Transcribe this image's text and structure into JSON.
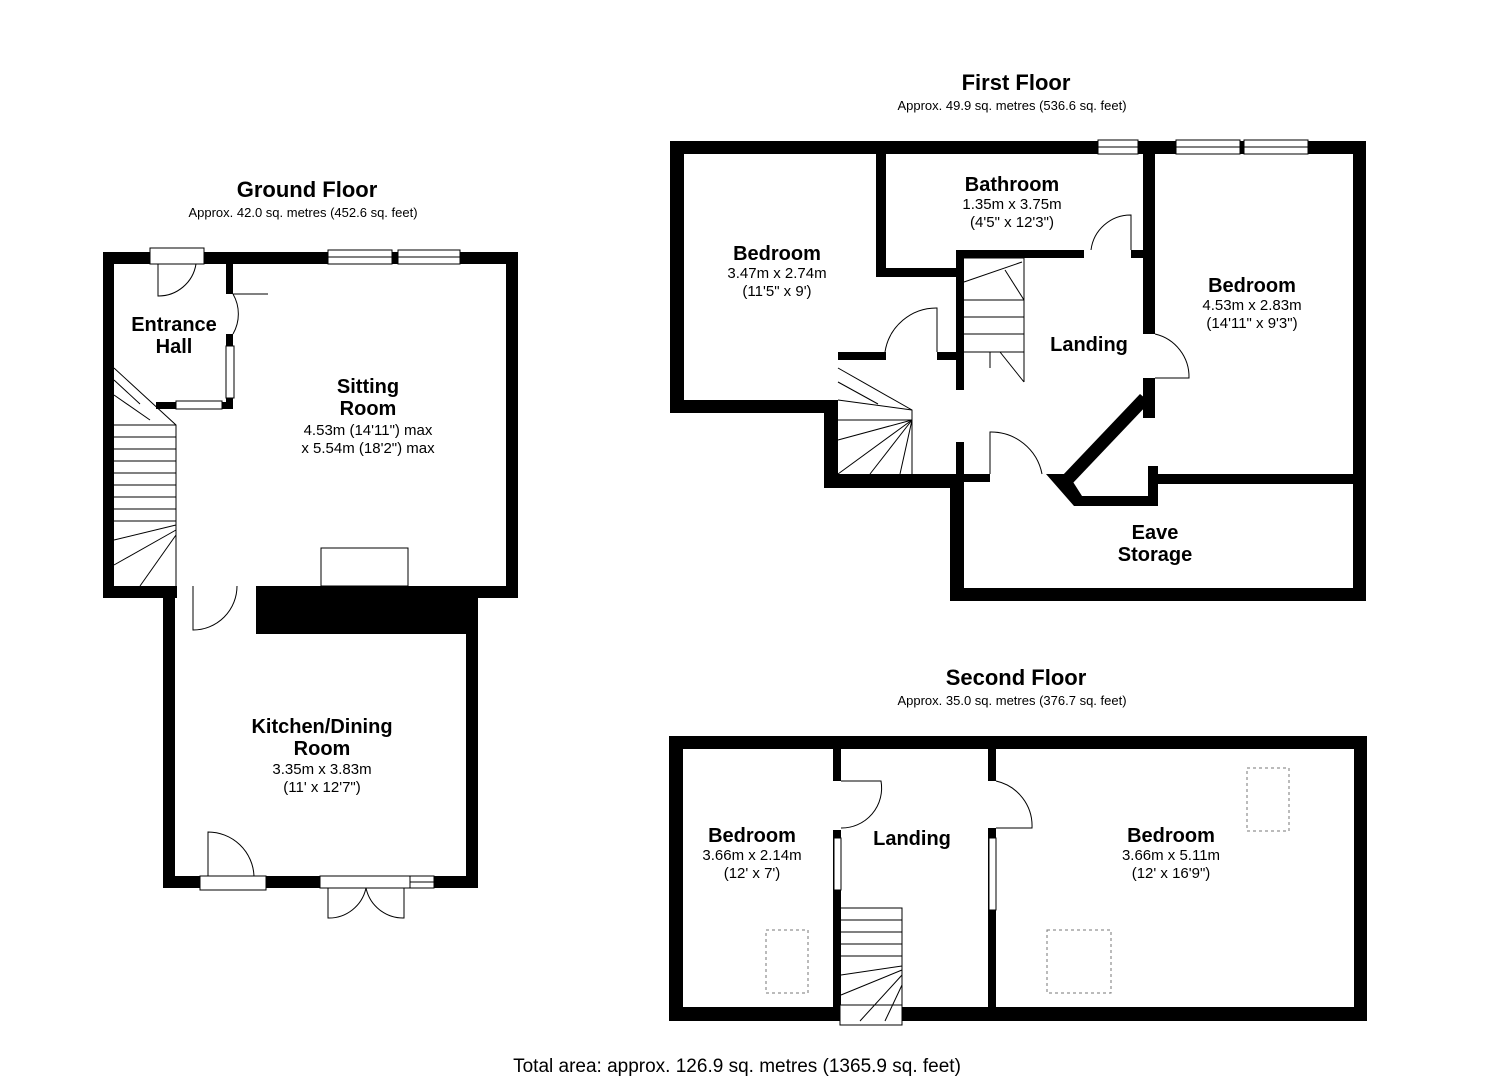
{
  "floors": {
    "ground": {
      "title": "Ground Floor",
      "area": "Approx. 42.0 sq. metres (452.6 sq. feet)",
      "rooms": {
        "entrance": {
          "name1": "Entrance",
          "name2": "Hall"
        },
        "sitting": {
          "name1": "Sitting",
          "name2": "Room",
          "dim1": "4.53m (14'11\") max",
          "dim2": "x 5.54m (18'2\") max"
        },
        "kitchen": {
          "name1": "Kitchen/Dining",
          "name2": "Room",
          "dim1": "3.35m x 3.83m",
          "dim2": "(11' x 12'7\")"
        }
      }
    },
    "first": {
      "title": "First Floor",
      "area": "Approx. 49.9 sq. metres (536.6 sq. feet)",
      "rooms": {
        "bedroom_left": {
          "name": "Bedroom",
          "dim1": "3.47m x 2.74m",
          "dim2": "(11'5\" x 9')"
        },
        "bathroom": {
          "name": "Bathroom",
          "dim1": "1.35m x 3.75m",
          "dim2": "(4'5\" x 12'3\")"
        },
        "bedroom_right": {
          "name": "Bedroom",
          "dim1": "4.53m x 2.83m",
          "dim2": "(14'11\" x 9'3\")"
        },
        "landing": {
          "name": "Landing"
        },
        "eave": {
          "name1": "Eave",
          "name2": "Storage"
        }
      }
    },
    "second": {
      "title": "Second Floor",
      "area": "Approx. 35.0 sq. metres (376.7 sq. feet)",
      "rooms": {
        "bedroom_left": {
          "name": "Bedroom",
          "dim1": "3.66m x 2.14m",
          "dim2": "(12' x 7')"
        },
        "landing": {
          "name": "Landing"
        },
        "bedroom_right": {
          "name": "Bedroom",
          "dim1": "3.66m x 5.11m",
          "dim2": "(12' x 16'9\")"
        }
      }
    }
  },
  "total": "Total area: approx. 126.9 sq. metres (1365.9 sq. feet)"
}
